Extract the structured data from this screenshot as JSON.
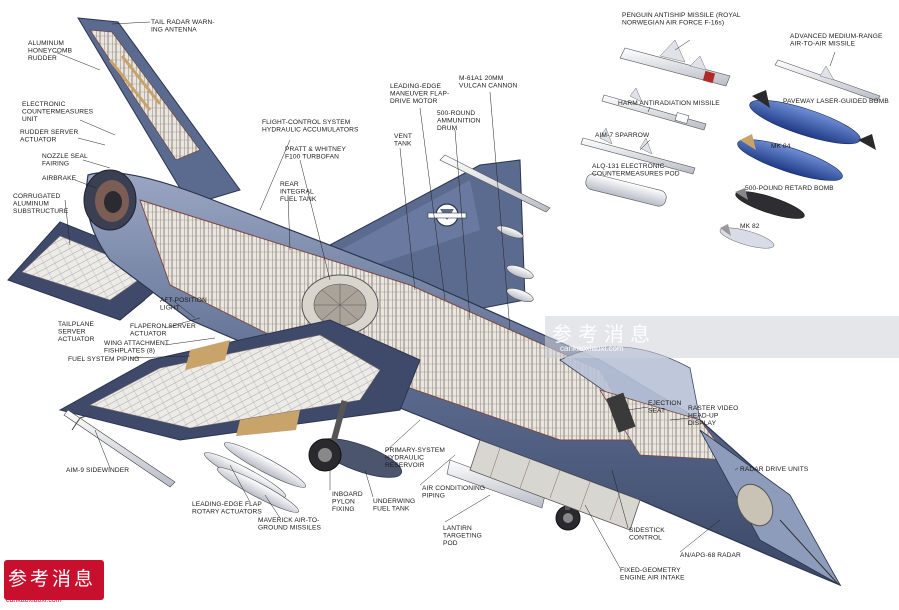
{
  "labels": {
    "tail_radar": "TAIL RADAR WARN-\nING ANTENNA",
    "rudder": "ALUMINUM\nHONEYCOMB\nRUDDER",
    "ecm_unit": "ELECTRONIC\nCOUNTERMEASURES\nUNIT",
    "rudder_servo": "RUDDER SERVER\nACTUATOR",
    "nozzle_seal": "NOZZLE SEAL\nFAIRING",
    "airbrake": "AIRBRAKE",
    "corrugated": "CORRUGATED\nALUMINUM\nSUBSTRUCTURE",
    "fcs_hyd": "FLIGHT-CONTROL SYSTEM\nHYDRAULIC ACCUMULATORS",
    "engine": "PRATT & WHITNEY\nF100 TURBOFAN",
    "rear_tank": "REAR\nINTEGRAL\nFUEL TANK",
    "vent_tank": "VENT\nTANK",
    "le_motor": "LEADING-EDGE\nMANEUVER FLAP-\nDRIVE MOTOR",
    "ammo": "500-ROUND\nAMMUNITION\nDRUM",
    "cannon": "M-61A1 20MM\nVULCAN CANNON",
    "aft_light": "AFT POSITION\nLIGHT",
    "tailplane_servo": "TAILPLANE\nSERVER\nACTUATOR",
    "flaperon": "FLAPERON SERVER\nACTUATOR",
    "fishplates": "WING ATTACHMENT\nFISHPLATES (8)",
    "fuel_piping": "FUEL SYSTEM PIPING",
    "sidewinder": "AIM-9 SIDEWINDER",
    "le_flap": "LEADING-EDGE FLAP\nROTARY ACTUATORS",
    "maverick": "MAVERICK AIR-TO-\nGROUND MISSILES",
    "pylon": "INBOARD\nPYLON\nFIXING",
    "underwing_tank": "UNDERWING\nFUEL TANK",
    "primary_hyd": "PRIMARY-SYSTEM\nHYDRAULIC\nRESERVOIR",
    "air_cond": "AIR CONDITIONING\nPIPING",
    "lantirn": "LANTIRN\nTARGETING\nPOD",
    "intake": "FIXED-GEOMETRY\nENGINE AIR INTAKE",
    "sidestick": "SIDESTICK\nCONTROL",
    "radar": "AN/APG-68 RADAR",
    "radar_drive": "RADAR DRIVE UNITS",
    "seat": "EJECTION\nSEAT",
    "hud": "RASTER VIDEO\nHEAD-UP\nDISPLAY"
  },
  "weapons": {
    "penguin": "PENGUIN ANTISHIP MISSILE (ROYAL\nNORWEGIAN AIR FORCE F-16s)",
    "amraam": "ADVANCED MEDIUM-RANGE\nAIR-TO-AIR MISSILE",
    "harm": "HARM ANTIRADIATION MISSILE",
    "paveway": "PAVEWAY LASER-GUIDED BOMB",
    "sparrow": "AIM-7 SPARROW",
    "mk84": "MK 84",
    "alq131": "ALQ-131 ELECTRONIC\nCOUNTERMEASURES POD",
    "retard": "500-POUND RETARD BOMB",
    "mk82": "MK 82"
  },
  "watermark": {
    "text": "参考消息",
    "url": "cankaoxiaoxi.com"
  },
  "logo": {
    "text": "参考消息",
    "url": "cankaoxiaoxi.com"
  },
  "colors": {
    "skin": "#5b6b8f",
    "skin_dark": "#3b4766",
    "skin_light": "#8e9cbc",
    "structure": "#e7e4dc",
    "accent": "#c8a36a",
    "red": "#c8102e"
  }
}
